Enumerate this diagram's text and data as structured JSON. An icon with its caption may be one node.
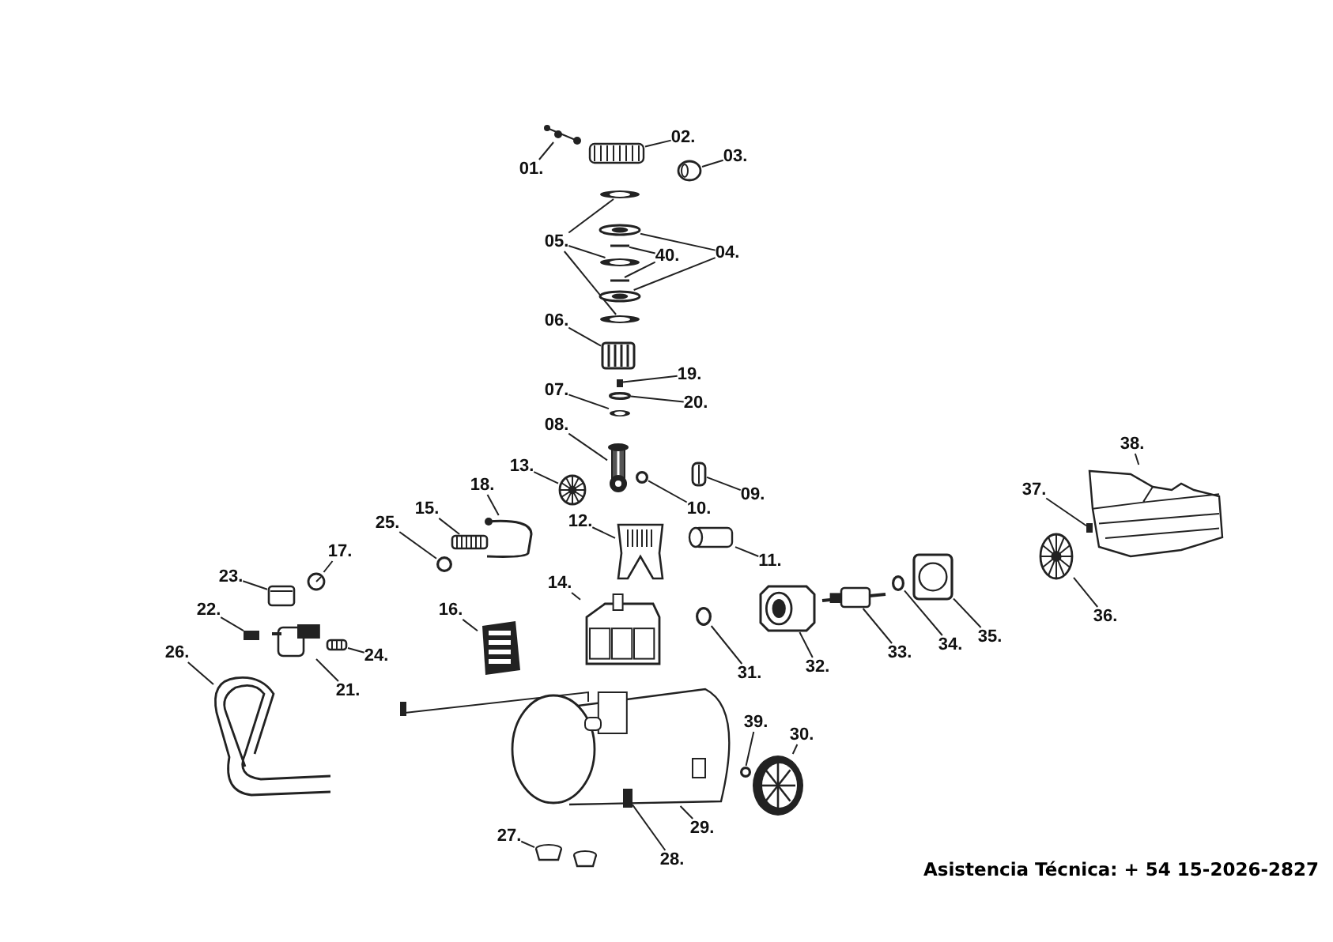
{
  "diagram": {
    "nodes": [
      {
        "text": [
          "01."
        ]
      },
      {
        "text": [],
        "shape": "picture"
      },
      {
        "text": [
          "02."
        ]
      },
      {
        "text": [],
        "shape": "picture"
      },
      {
        "text": [
          "03."
        ]
      },
      {
        "text": [],
        "shape": "picture"
      },
      {
        "text": [
          "05."
        ]
      },
      {
        "text": [
          "04."
        ]
      },
      {
        "text": [
          "40."
        ]
      },
      {
        "text": [],
        "shape": "picture"
      },
      {
        "text": [],
        "shape": "picture"
      },
      {
        "text": [],
        "shape": "picture"
      },
      {
        "text": [],
        "shape": "picture"
      },
      {
        "text": [],
        "shape": "picture"
      },
      {
        "text": [],
        "shape": "picture"
      },
      {
        "text": [],
        "shape": "picture"
      },
      {
        "text": [
          "06."
        ]
      },
      {
        "text": [],
        "shape": "picture"
      },
      {
        "text": [
          "19."
        ]
      },
      {
        "text": [],
        "shape": "box"
      },
      {
        "text": [
          "20."
        ]
      },
      {
        "text": [],
        "shape": "circle"
      },
      {
        "text": [
          "07."
        ]
      },
      {
        "text": [],
        "shape": "picture"
      },
      {
        "text": [
          "08."
        ]
      },
      {
        "text": [],
        "shape": "picture"
      },
      {
        "text": [
          "13."
        ]
      },
      {
        "text": [],
        "shape": "picture"
      },
      {
        "text": [
          "10."
        ]
      },
      {
        "text": [],
        "shape": "circle"
      },
      {
        "text": [
          "09."
        ]
      },
      {
        "text": [],
        "shape": "picture"
      },
      {
        "text": [
          "12."
        ]
      },
      {
        "text": [],
        "shape": "picture"
      },
      {
        "text": [
          "11."
        ]
      },
      {
        "text": [],
        "shape": "cylinder"
      },
      {
        "text": [
          "14."
        ]
      },
      {
        "text": [],
        "shape": "picture"
      },
      {
        "text": [
          "31."
        ]
      },
      {
        "text": [],
        "shape": "circle"
      },
      {
        "text": [
          "32."
        ]
      },
      {
        "text": [],
        "shape": "picture"
      },
      {
        "text": [
          "33."
        ]
      },
      {
        "text": [],
        "shape": "picture"
      },
      {
        "text": [
          "34."
        ]
      },
      {
        "text": [],
        "shape": "circle"
      },
      {
        "text": [
          "35."
        ]
      },
      {
        "text": [],
        "shape": "picture"
      },
      {
        "text": [
          "36."
        ]
      },
      {
        "text": [],
        "shape": "picture"
      },
      {
        "text": [
          "37."
        ]
      },
      {
        "text": [],
        "shape": "box"
      },
      {
        "text": [
          "38."
        ]
      },
      {
        "text": [],
        "shape": "picture"
      },
      {
        "text": [
          "15."
        ]
      },
      {
        "text": [],
        "shape": "picture"
      },
      {
        "text": [
          "18."
        ]
      },
      {
        "text": [],
        "shape": "picture"
      },
      {
        "text": [
          "25."
        ]
      },
      {
        "text": [],
        "shape": "circle"
      },
      {
        "text": [
          "16."
        ]
      },
      {
        "text": [],
        "shape": "picture"
      },
      {
        "text": [
          "23."
        ]
      },
      {
        "text": [],
        "shape": "picture"
      },
      {
        "text": [
          "17."
        ]
      },
      {
        "text": [],
        "shape": "picture"
      },
      {
        "text": [
          "22."
        ]
      },
      {
        "text": [],
        "shape": "box"
      },
      {
        "text": [
          "21."
        ]
      },
      {
        "text": [],
        "shape": "picture"
      },
      {
        "text": [
          "24."
        ]
      },
      {
        "text": [],
        "shape": "picture"
      },
      {
        "text": [
          "26."
        ]
      },
      {
        "text": [],
        "shape": "picture"
      },
      {
        "text": [
          "29."
        ]
      },
      {
        "text": [],
        "shape": "picture"
      },
      {
        "text": [
          "30."
        ]
      },
      {
        "text": [],
        "shape": "picture"
      },
      {
        "text": [
          "39."
        ]
      },
      {
        "text": [],
        "shape": "circle"
      },
      {
        "text": [
          "27."
        ]
      },
      {
        "text": [],
        "shape": "cylinder"
      },
      {
        "text": [
          "28."
        ]
      },
      {
        "text": [],
        "shape": "box"
      }
    ],
    "edges": [
      {
        "from": 0,
        "to": 1,
        "arrow": "none"
      },
      {
        "from": 2,
        "to": 3,
        "arrow": "none"
      },
      {
        "from": 4,
        "to": 5,
        "arrow": "none"
      },
      {
        "from": 6,
        "to": 9,
        "arrow": "none"
      },
      {
        "from": 6,
        "to": 12,
        "arrow": "none"
      },
      {
        "from": 6,
        "to": 15,
        "arrow": "none"
      },
      {
        "from": 7,
        "to": 10,
        "arrow": "none"
      },
      {
        "from": 7,
        "to": 14,
        "arrow": "none"
      },
      {
        "from": 8,
        "to": 11,
        "arrow": "none"
      },
      {
        "from": 8,
        "to": 13,
        "arrow": "none"
      },
      {
        "from": 16,
        "to": 17,
        "arrow": "none"
      },
      {
        "from": 18,
        "to": 19,
        "arrow": "none"
      },
      {
        "from": 20,
        "to": 21,
        "arrow": "none"
      },
      {
        "from": 22,
        "to": 23,
        "arrow": "none"
      },
      {
        "from": 24,
        "to": 25,
        "arrow": "none"
      },
      {
        "from": 26,
        "to": 27,
        "arrow": "none"
      },
      {
        "from": 28,
        "to": 29,
        "arrow": "none"
      },
      {
        "from": 30,
        "to": 31,
        "arrow": "none"
      },
      {
        "from": 32,
        "to": 33,
        "arrow": "none"
      },
      {
        "from": 34,
        "to": 35,
        "arrow": "none"
      },
      {
        "from": 36,
        "to": 37,
        "arrow": "none"
      },
      {
        "from": 38,
        "to": 39,
        "arrow": "none"
      },
      {
        "from": 40,
        "to": 41,
        "arrow": "none"
      },
      {
        "from": 42,
        "to": 43,
        "arrow": "none"
      },
      {
        "from": 44,
        "to": 45,
        "arrow": "none"
      },
      {
        "from": 46,
        "to": 47,
        "arrow": "none"
      },
      {
        "from": 48,
        "to": 49,
        "arrow": "none"
      },
      {
        "from": 50,
        "to": 51,
        "arrow": "none"
      },
      {
        "from": 52,
        "to": 53,
        "arrow": "none"
      },
      {
        "from": 54,
        "to": 55,
        "arrow": "none"
      },
      {
        "from": 56,
        "to": 57,
        "arrow": "none"
      },
      {
        "from": 58,
        "to": 59,
        "arrow": "none"
      },
      {
        "from": 60,
        "to": 61,
        "arrow": "none"
      },
      {
        "from": 62,
        "to": 63,
        "arrow": "none"
      },
      {
        "from": 64,
        "to": 65,
        "arrow": "none"
      },
      {
        "from": 66,
        "to": 67,
        "arrow": "none"
      },
      {
        "from": 68,
        "to": 69,
        "arrow": "none"
      },
      {
        "from": 70,
        "to": 71,
        "arrow": "none"
      },
      {
        "from": 72,
        "to": 73,
        "arrow": "none"
      },
      {
        "from": 74,
        "to": 75,
        "arrow": "none"
      },
      {
        "from": 76,
        "to": 77,
        "arrow": "none"
      },
      {
        "from": 78,
        "to": 79,
        "arrow": "none"
      },
      {
        "from": 80,
        "to": 81,
        "arrow": "none"
      },
      {
        "from": 82,
        "to": 83,
        "arrow": "none"
      }
    ],
    "labels": [
      "Asistencia Técnica: + 54 15-2026-2827"
    ]
  }
}
